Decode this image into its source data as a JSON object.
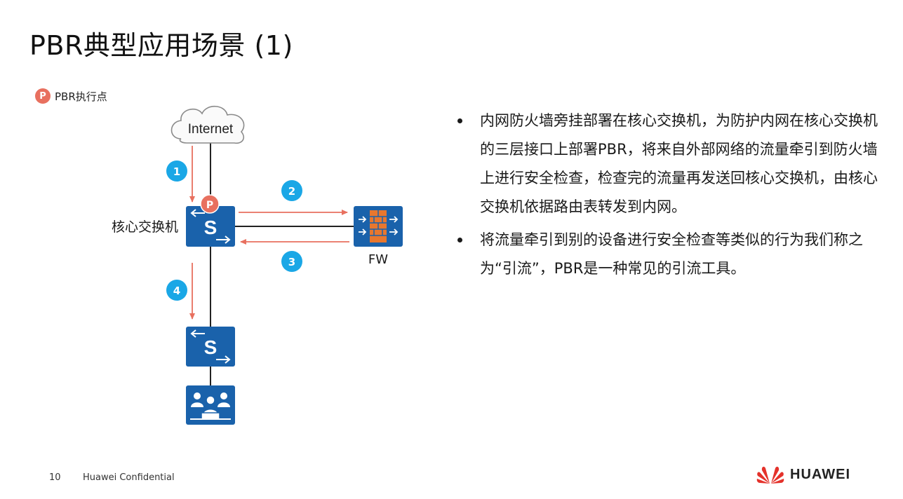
{
  "slide": {
    "title": "PBR典型应用场景 (1)",
    "legend_badge": "P",
    "legend_label": "PBR执行点",
    "page_number": "10",
    "confidential": "Huawei Confidential",
    "brand": "HUAWEI"
  },
  "diagram": {
    "internet_label": "Internet",
    "core_switch_label": "核心交换机",
    "fw_label": "FW",
    "switch_glyph": "S",
    "pbr_badge": "P",
    "steps": [
      "1",
      "2",
      "3",
      "4"
    ],
    "colors": {
      "device_blue": "#1a62ab",
      "arrow_red": "#e8705f",
      "step_cyan": "#1aa7e6",
      "fw_orange": "#e8772e",
      "link_dark": "#222222"
    },
    "icons": [
      "cloud-icon",
      "switch-icon",
      "firewall-icon",
      "users-icon"
    ]
  },
  "bullets": [
    "内网防火墙旁挂部署在核心交换机，为防护内网在核心交换机的三层接口上部署PBR，将来自外部网络的流量牵引到防火墙上进行安全检查，检查完的流量再发送回核心交换机，由核心交换机依据路由表转发到内网。",
    "将流量牵引到别的设备进行安全检查等类似的行为我们称之为“引流”，PBR是一种常见的引流工具。"
  ]
}
